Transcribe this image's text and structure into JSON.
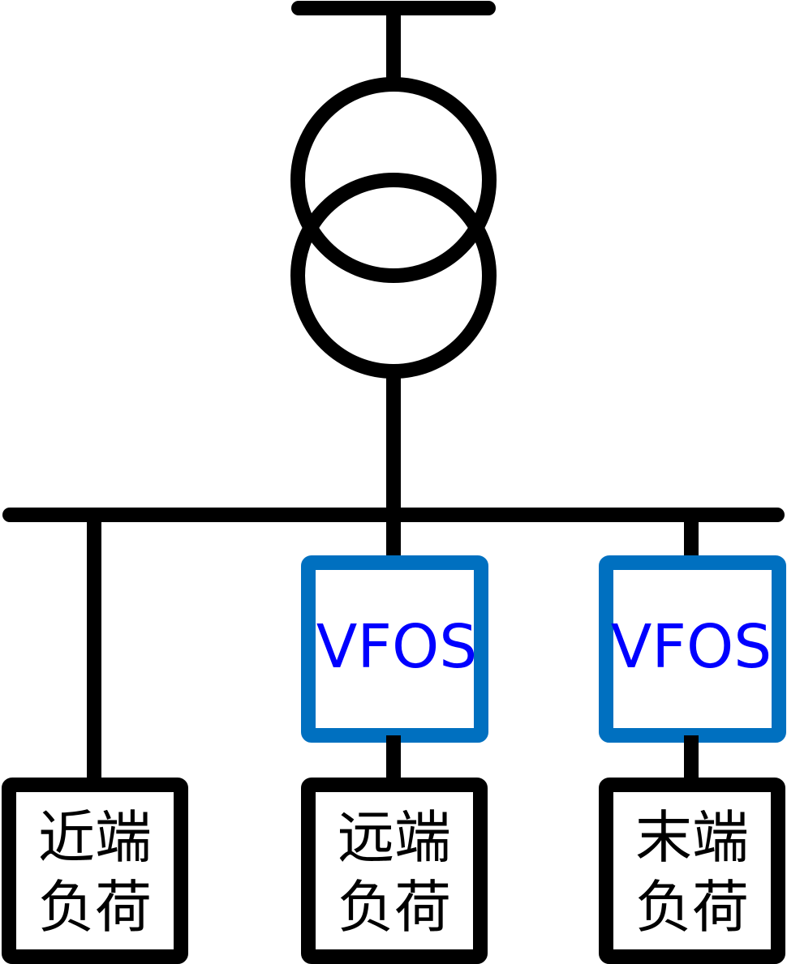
{
  "colors": {
    "line": "#000000",
    "vfos_border": "#0070c0",
    "vfos_text": "#0000ff",
    "background": "#ffffff"
  },
  "vfos_devices": [
    {
      "label": "VFOS"
    },
    {
      "label": "VFOS"
    }
  ],
  "loads": [
    {
      "line1": "近端",
      "line2": "负荷"
    },
    {
      "line1": "远端",
      "line2": "负荷"
    },
    {
      "line1": "末端",
      "line2": "负荷"
    }
  ]
}
